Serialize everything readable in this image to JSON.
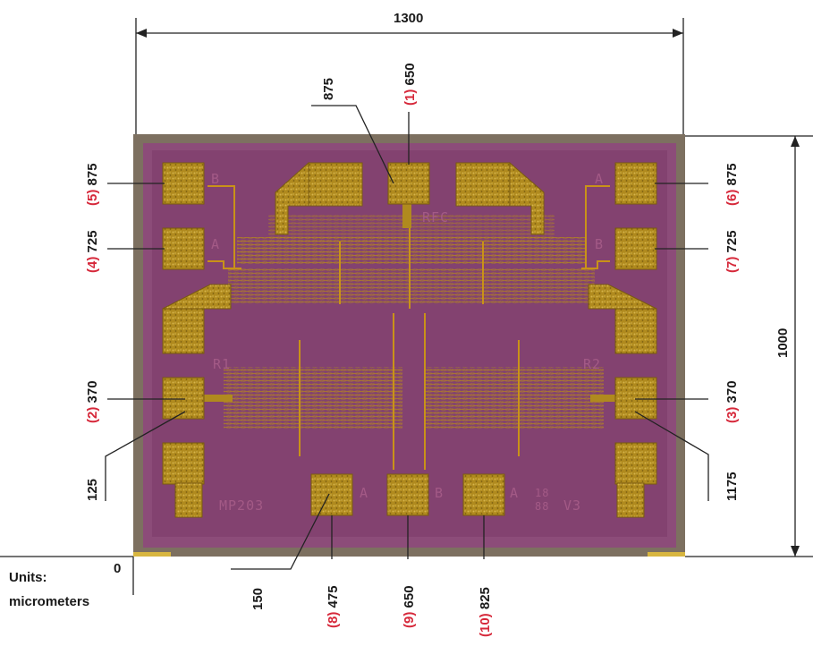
{
  "dimensions": {
    "width": "1300",
    "height": "1000"
  },
  "units": {
    "label": "Units:",
    "value": "micrometers",
    "origin": "0"
  },
  "pads": [
    {
      "num": "(1)",
      "coord": "650"
    },
    {
      "num": "(2)",
      "coord": "370"
    },
    {
      "num": "(3)",
      "coord": "370"
    },
    {
      "num": "(4)",
      "coord": "725"
    },
    {
      "num": "(5)",
      "coord": "875"
    },
    {
      "num": "(6)",
      "coord": "875"
    },
    {
      "num": "(7)",
      "coord": "725"
    },
    {
      "num": "(8)",
      "coord": "475"
    },
    {
      "num": "(9)",
      "coord": "650"
    },
    {
      "num": "(10)",
      "coord": "825"
    }
  ],
  "extra_dims": {
    "top_left": "875",
    "left_low": "125",
    "right_low": "1175",
    "bottom_left": "150"
  },
  "chip_text": {
    "rfc": "RFC",
    "part": "MP203",
    "ver": "V3",
    "code_top": "18",
    "code_bottom": "88",
    "r1": "R1",
    "r2": "R2",
    "a": "A",
    "b": "B"
  },
  "colors": {
    "die_border": "#7d7060",
    "die_body": "#8c4c79",
    "inner_panel": "#834270",
    "pad_gold": "#b08a1e",
    "trace": "#c99218",
    "pad_number_red": "#d6283a"
  }
}
